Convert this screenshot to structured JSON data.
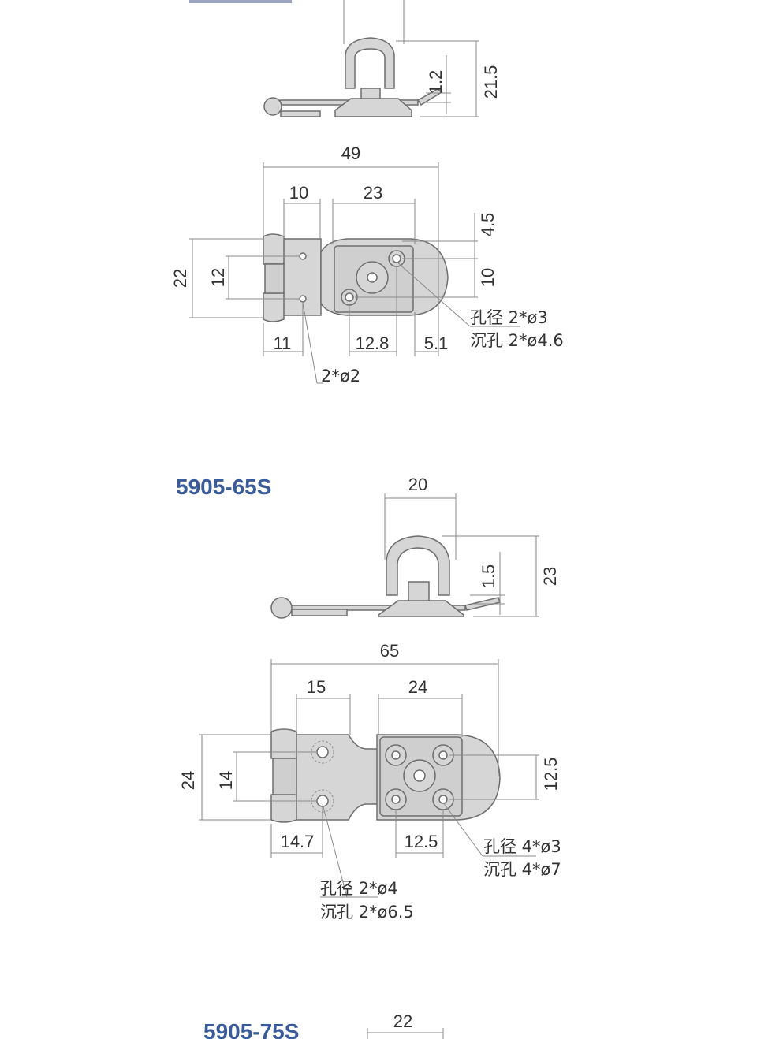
{
  "drawings": [
    {
      "model": "",
      "side_view": {
        "height": "21.5",
        "thickness": "1.2"
      },
      "top_view": {
        "overall_length": "49",
        "hinge_width": "10",
        "plate_width": "23",
        "overall_width": "22",
        "hinge_hole_spacing": "12",
        "offset_top": "4.5",
        "plate_hole_spacing": "10",
        "hinge_offset": "11",
        "plate_offset": "12.8",
        "end_offset": "5.1",
        "hinge_holes": "2*ø2",
        "plate_hole_dia": "孔径 2*ø3",
        "plate_countersink": "沉孔 2*ø4.6"
      }
    },
    {
      "model": "5905-65S",
      "side_view": {
        "width": "20",
        "thickness": "1.5",
        "height": "23"
      },
      "top_view": {
        "overall_length": "65",
        "hinge_width": "15",
        "plate_width": "24",
        "overall_width": "24",
        "hinge_hole_spacing": "14",
        "plate_hole_spacing": "12.5",
        "hinge_offset": "14.7",
        "plate_offset": "12.5",
        "plate_hole_dia": "孔径 4*ø3",
        "plate_countersink": "沉孔 4*ø7",
        "hinge_hole_dia": "孔径 2*ø4",
        "hinge_countersink": "沉孔 2*ø6.5"
      }
    },
    {
      "model": "5905-75S",
      "side_view": {
        "width": "22"
      }
    }
  ]
}
